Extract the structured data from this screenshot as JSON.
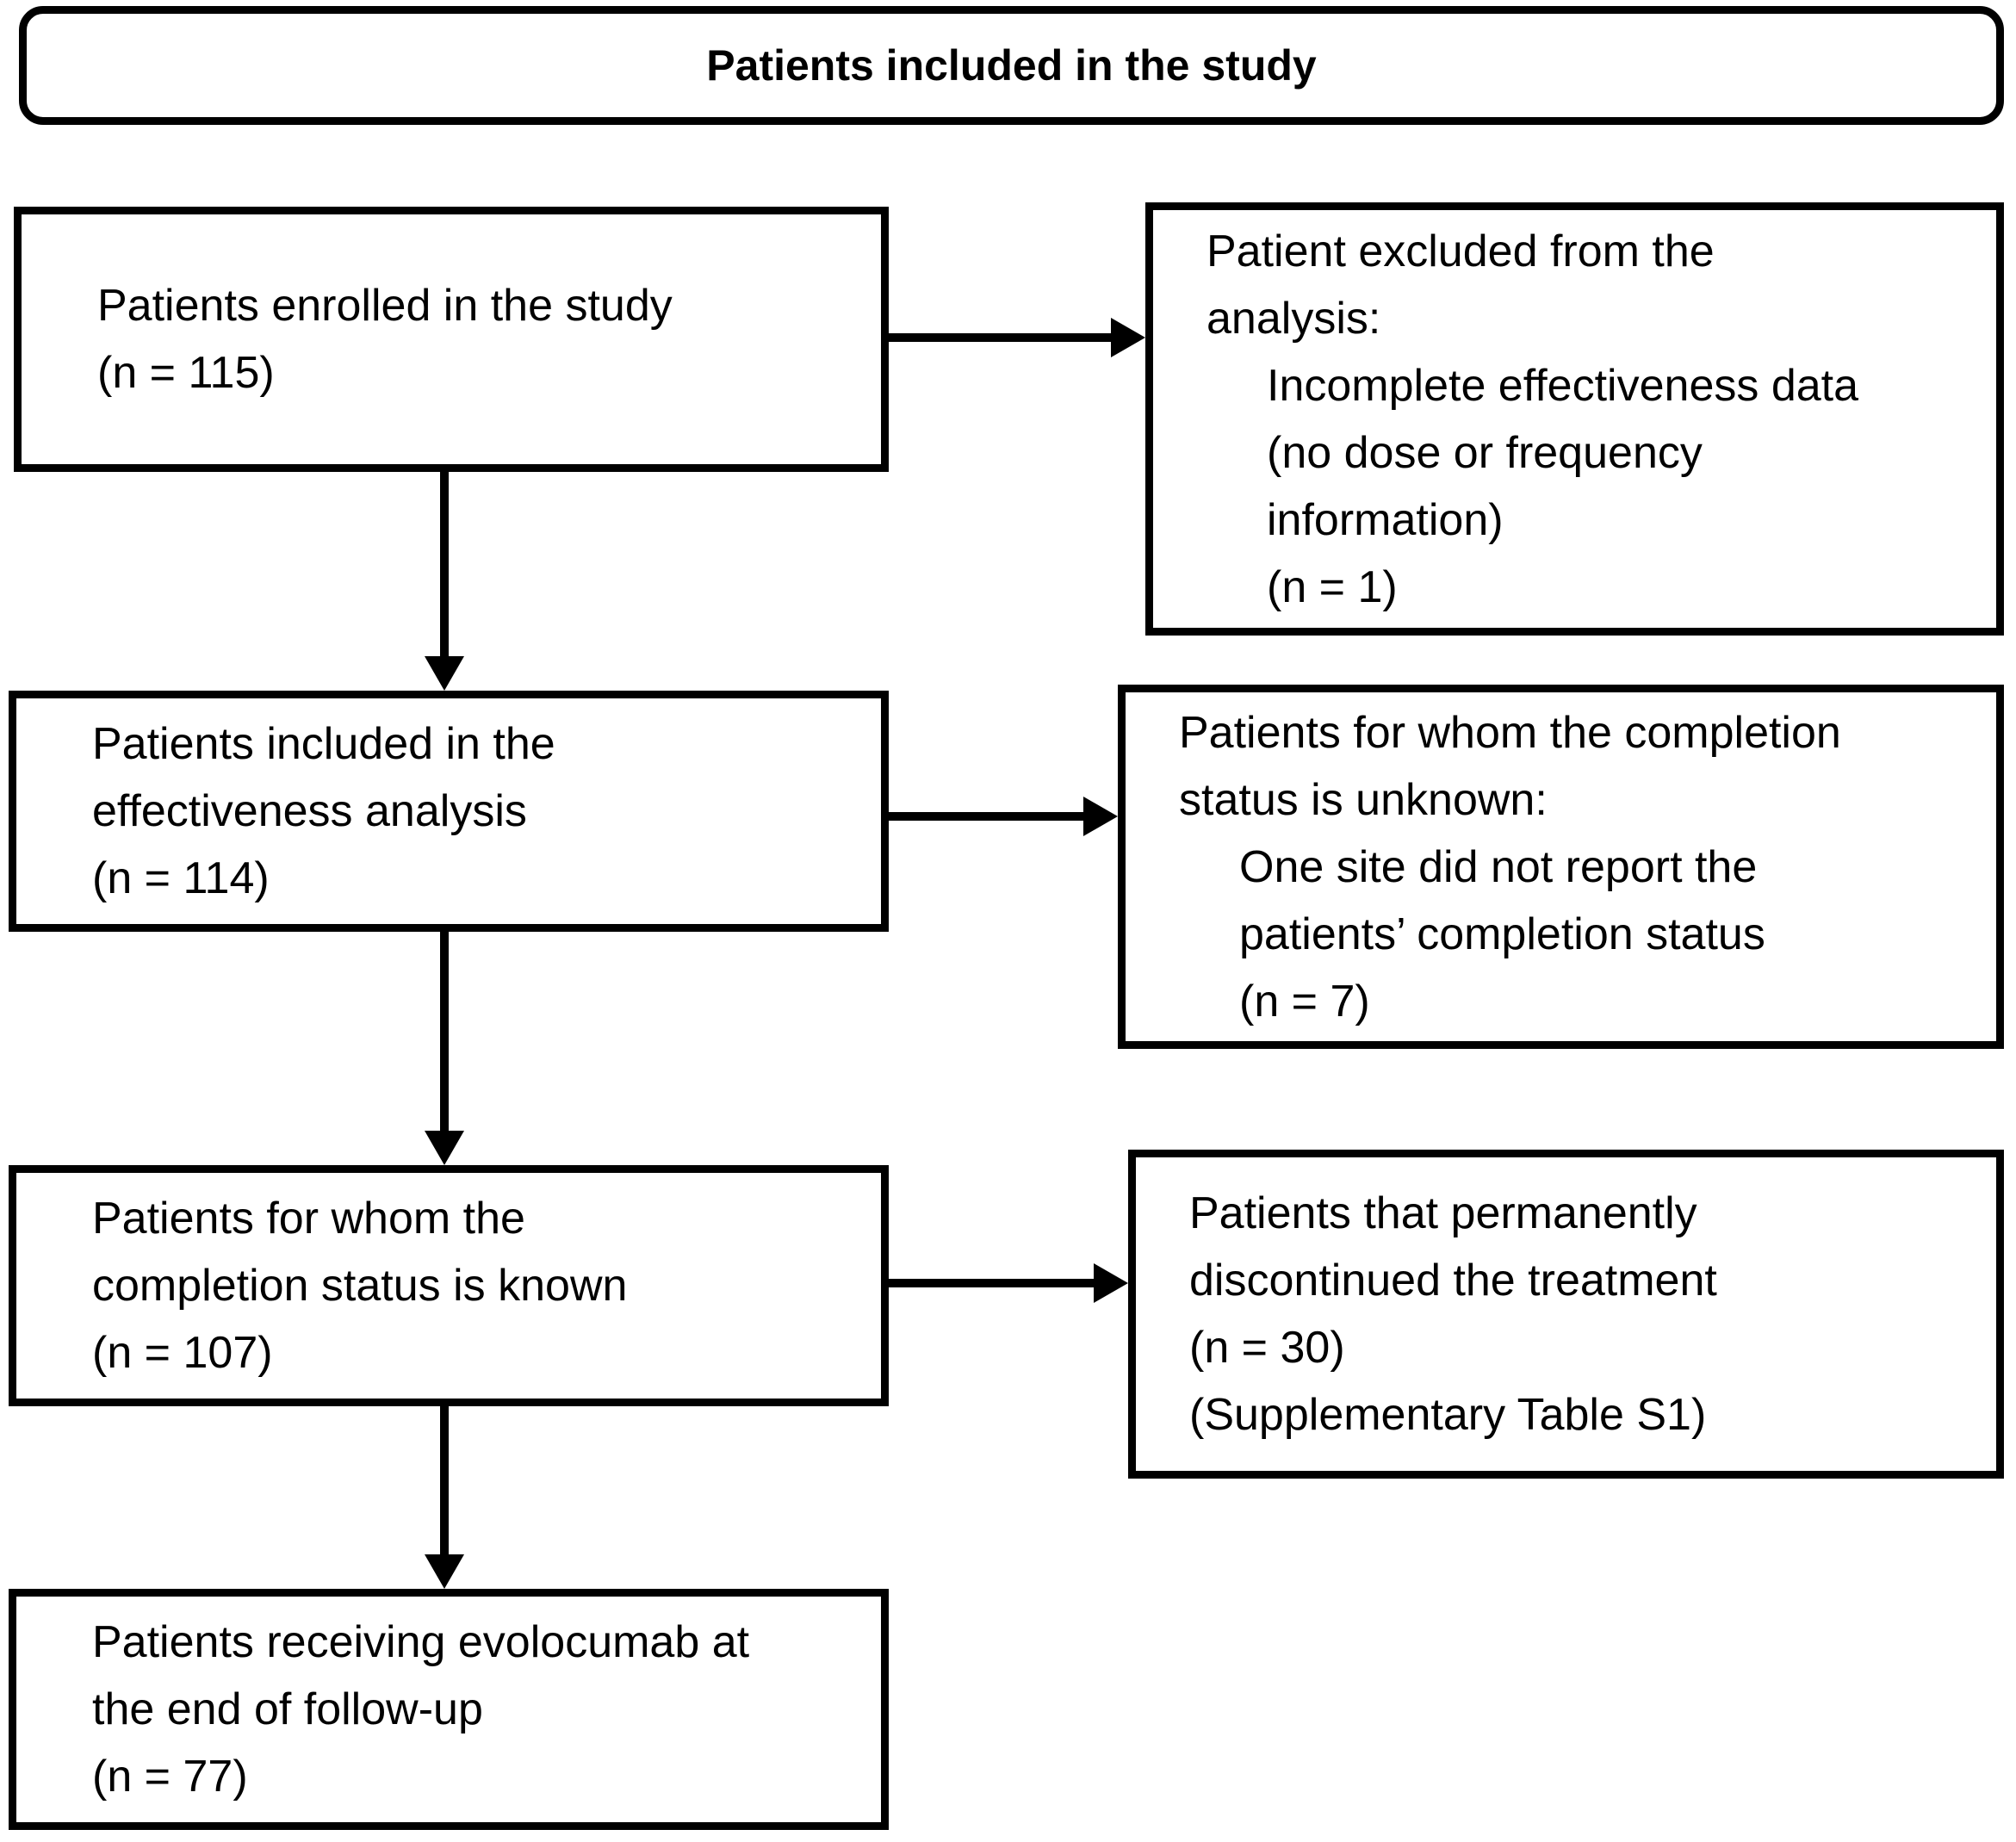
{
  "title": "Patients included in the study",
  "left_boxes": [
    {
      "id": "enrolled",
      "lines": [
        "Patients enrolled in the study",
        "(n = 115)"
      ]
    },
    {
      "id": "effectiveness-analysis",
      "lines": [
        "Patients included in the",
        "effectiveness analysis",
        "(n = 114)"
      ]
    },
    {
      "id": "completion-status-known",
      "lines": [
        "Patients for whom the",
        "completion status is known",
        "(n = 107)"
      ]
    },
    {
      "id": "end-of-follow-up",
      "lines": [
        "Patients receiving evolocumab at",
        "the end of follow-up",
        "(n = 77)"
      ]
    }
  ],
  "right_boxes": [
    {
      "id": "excluded-from-analysis",
      "main_lines": [
        "Patient excluded from the",
        "analysis:"
      ],
      "detail_lines": [
        "Incomplete effectiveness data",
        "(no dose or frequency",
        "information)",
        "(n = 1)"
      ]
    },
    {
      "id": "completion-status-unknown",
      "main_lines": [
        "Patients for whom the completion",
        "status is unknown:"
      ],
      "detail_lines": [
        "One site did not report the",
        "patients’ completion status",
        "(n = 7)"
      ]
    },
    {
      "id": "discontinued-treatment",
      "main_lines": [
        "Patients that permanently",
        "discontinued the treatment",
        "(n = 30)",
        "(Supplementary Table S1)"
      ],
      "detail_lines": []
    }
  ],
  "colors": {
    "border": "#000000",
    "background": "#ffffff",
    "text": "#000000"
  }
}
